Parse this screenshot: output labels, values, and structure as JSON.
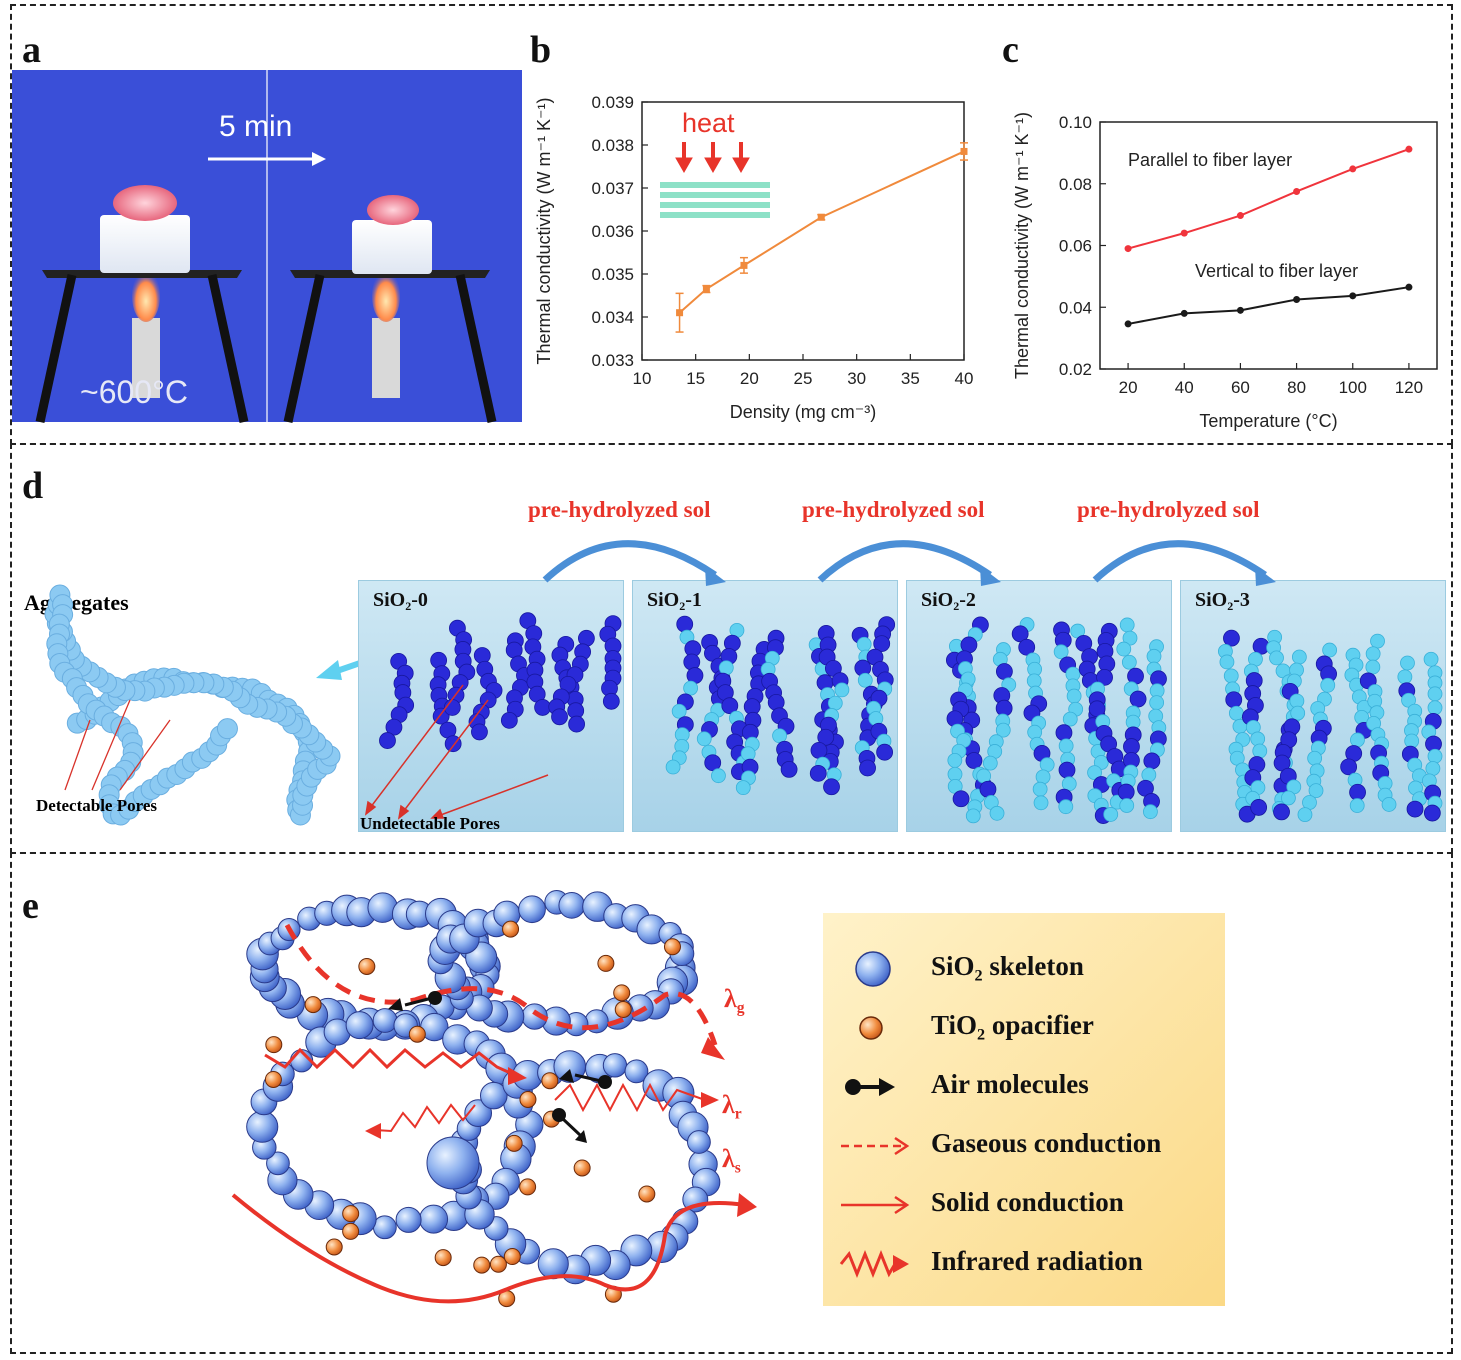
{
  "panels": {
    "a": {
      "letter": "a",
      "arrow_label": "5 min",
      "temperature_label": "~600°C"
    },
    "b": {
      "letter": "b",
      "heat_label": "heat"
    },
    "c": {
      "letter": "c"
    },
    "d": {
      "letter": "d",
      "aggregates_label": "Aggregates",
      "detectable_label": "Detectable Pores",
      "undetectable_label": "Undetectable Pores",
      "sol_label": "pre-hydrolyzed sol",
      "boxes": [
        {
          "base": "SiO",
          "sub": "2",
          "suffix": "-0"
        },
        {
          "base": "SiO",
          "sub": "2",
          "suffix": "-1"
        },
        {
          "base": "SiO",
          "sub": "2",
          "suffix": "-2"
        },
        {
          "base": "SiO",
          "sub": "2",
          "suffix": "-3"
        }
      ]
    },
    "e": {
      "letter": "e",
      "lambda_g": "λ",
      "lambda_g_sub": "g",
      "lambda_r": "λ",
      "lambda_r_sub": "r",
      "lambda_s": "λ",
      "lambda_s_sub": "s",
      "legend": [
        {
          "pre": "SiO",
          "sub": "2",
          "post": " skeleton",
          "icon": "blue-sphere-icon"
        },
        {
          "pre": "TiO",
          "sub": "2",
          "post": " opacifier",
          "icon": "orange-sphere-icon"
        },
        {
          "pre": "Air molecules",
          "sub": "",
          "post": "",
          "icon": "air-molecule-icon"
        },
        {
          "pre": "Gaseous conduction",
          "sub": "",
          "post": "",
          "icon": "dashed-arrow-icon"
        },
        {
          "pre": "Solid conduction",
          "sub": "",
          "post": "",
          "icon": "solid-arrow-icon"
        },
        {
          "pre": "Infrared radiation",
          "sub": "",
          "post": "",
          "icon": "zigzag-arrow-icon"
        }
      ]
    }
  },
  "colors": {
    "orange_series": "#f08a3c",
    "red_series": "#f0343c",
    "black_series": "#1a1a1a",
    "photo_blue": "#3a4fd8",
    "dark_sphere": "#2a2ad8",
    "light_sphere": "#5fd0f0"
  },
  "chart_data": [
    {
      "type": "line",
      "panel": "b",
      "xlabel": "Density (mg cm⁻³)",
      "ylabel": "Thermal conductivity (W m⁻¹ K⁻¹)",
      "xlim": [
        10,
        40
      ],
      "ylim": [
        0.033,
        0.039
      ],
      "xticks": [
        "10",
        "15",
        "20",
        "25",
        "30",
        "35",
        "40"
      ],
      "yticks": [
        "0.033",
        "0.034",
        "0.035",
        "0.036",
        "0.037",
        "0.038",
        "0.039"
      ],
      "series": [
        {
          "x": [
            13.5,
            16,
            19.5,
            26.7,
            40
          ],
          "y": [
            0.0341,
            0.03465,
            0.0352,
            0.03632,
            0.03785
          ],
          "err": [
            0.00045,
            8e-05,
            0.00018,
            6e-05,
            0.0002
          ]
        }
      ]
    },
    {
      "type": "line",
      "panel": "c",
      "xlabel": "Temperature (°C)",
      "ylabel": "Thermal conductivity (W m⁻¹ K⁻¹)",
      "xlim": [
        10,
        130
      ],
      "ylim": [
        0.02,
        0.1
      ],
      "xticks": [
        "20",
        "40",
        "60",
        "80",
        "100",
        "120"
      ],
      "yticks": [
        "0.02",
        "0.04",
        "0.06",
        "0.08",
        "0.10"
      ],
      "series": [
        {
          "name": "Parallel to fiber layer",
          "x": [
            20,
            40,
            60,
            80,
            100,
            120
          ],
          "y": [
            0.059,
            0.064,
            0.0697,
            0.0775,
            0.0848,
            0.0912
          ]
        },
        {
          "name": "Vertical to fiber layer",
          "x": [
            20,
            40,
            60,
            80,
            100,
            120
          ],
          "y": [
            0.0346,
            0.038,
            0.039,
            0.0425,
            0.0437,
            0.0465
          ]
        }
      ]
    }
  ]
}
